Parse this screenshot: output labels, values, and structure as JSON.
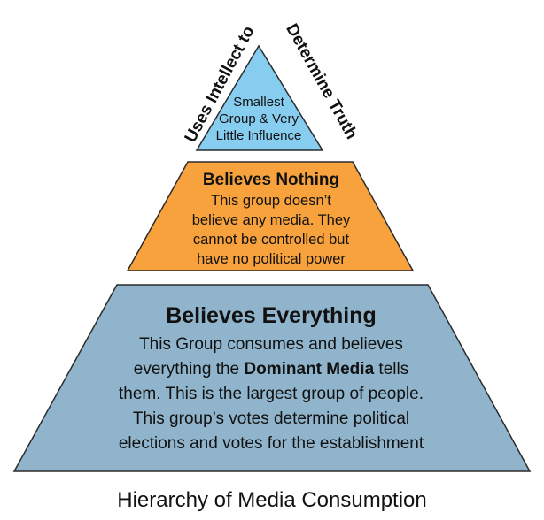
{
  "colors": {
    "top": "#87cdf0",
    "middle": "#f7a23c",
    "bottom": "#8fb4cb",
    "outline": "#2b2b2b",
    "text": "#111111"
  },
  "pyramid": {
    "top": {
      "side_left": "Uses Intellect to",
      "side_right": "Determine Truth",
      "lines": [
        "Smallest",
        "Group & Very",
        "Little Influence"
      ]
    },
    "middle": {
      "heading": "Believes Nothing",
      "lines": [
        "This group doesn’t",
        "believe any media. They",
        "cannot be controlled but",
        "have no political power"
      ]
    },
    "bottom": {
      "heading": "Believes Everything",
      "line1": "This Group consumes and believes",
      "line2_before": "everything the ",
      "line2_bold": "Dominant Media",
      "line2_after": " tells",
      "line3": "them. This is the largest group of people.",
      "line4": "This group’s votes determine political",
      "line5": "elections and votes for the establishment"
    }
  },
  "caption": "Hierarchy of Media Consumption"
}
